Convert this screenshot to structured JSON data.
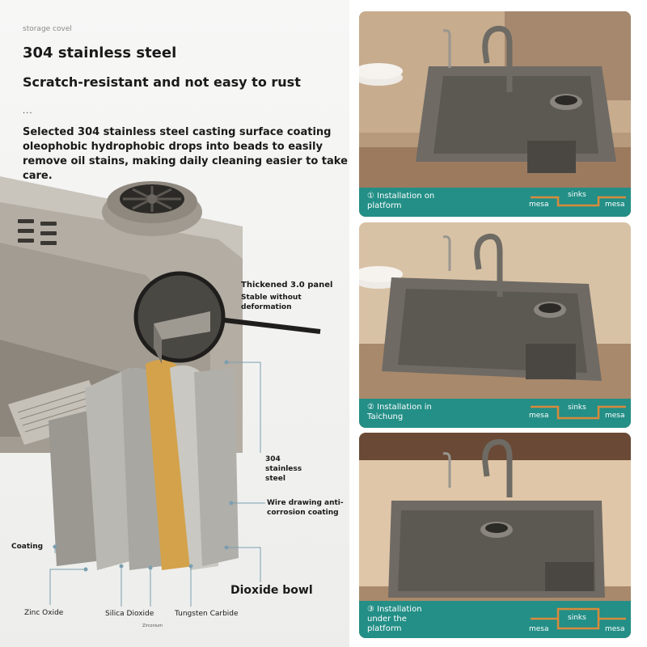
{
  "header": {
    "small_top": "storage covel",
    "title_line1": "304 stainless steel",
    "title_line2": "Scratch-resistant and not easy to rust",
    "dots": "...",
    "description": "Selected 304 stainless steel casting surface coating oleophobic hydrophobic drops into beads to easily remove oil stains, making daily cleaning easier to take care."
  },
  "callouts": {
    "panel": "Thickened 3.0 panel",
    "panel_sub": "Stable without deformation",
    "steel": "304 stainless steel",
    "wire": "Wire drawing anti-corrosion coating",
    "coating": "Coating",
    "bowl": "Dioxide bowl",
    "zinc": "Zinc Oxide",
    "silica": "Silica Dioxide",
    "tungsten": "Tungsten Carbide",
    "tiny": "Zirconium"
  },
  "installs": [
    {
      "caption": "① Installation on platform",
      "mesa_left": "mesa",
      "sinks": "sinks",
      "mesa_right": "mesa"
    },
    {
      "caption": "② Installation in Taichung",
      "mesa_left": "mesa",
      "sinks": "sinks",
      "mesa_right": "mesa"
    },
    {
      "caption": "③ Installation under the platform",
      "mesa_left": "mesa",
      "sinks": "sinks",
      "mesa_right": "mesa"
    }
  ],
  "colors": {
    "teal": "#238f87",
    "orange": "#d98a3c",
    "sink_gray": "#6f6a64",
    "counter": "#c9a98a"
  }
}
